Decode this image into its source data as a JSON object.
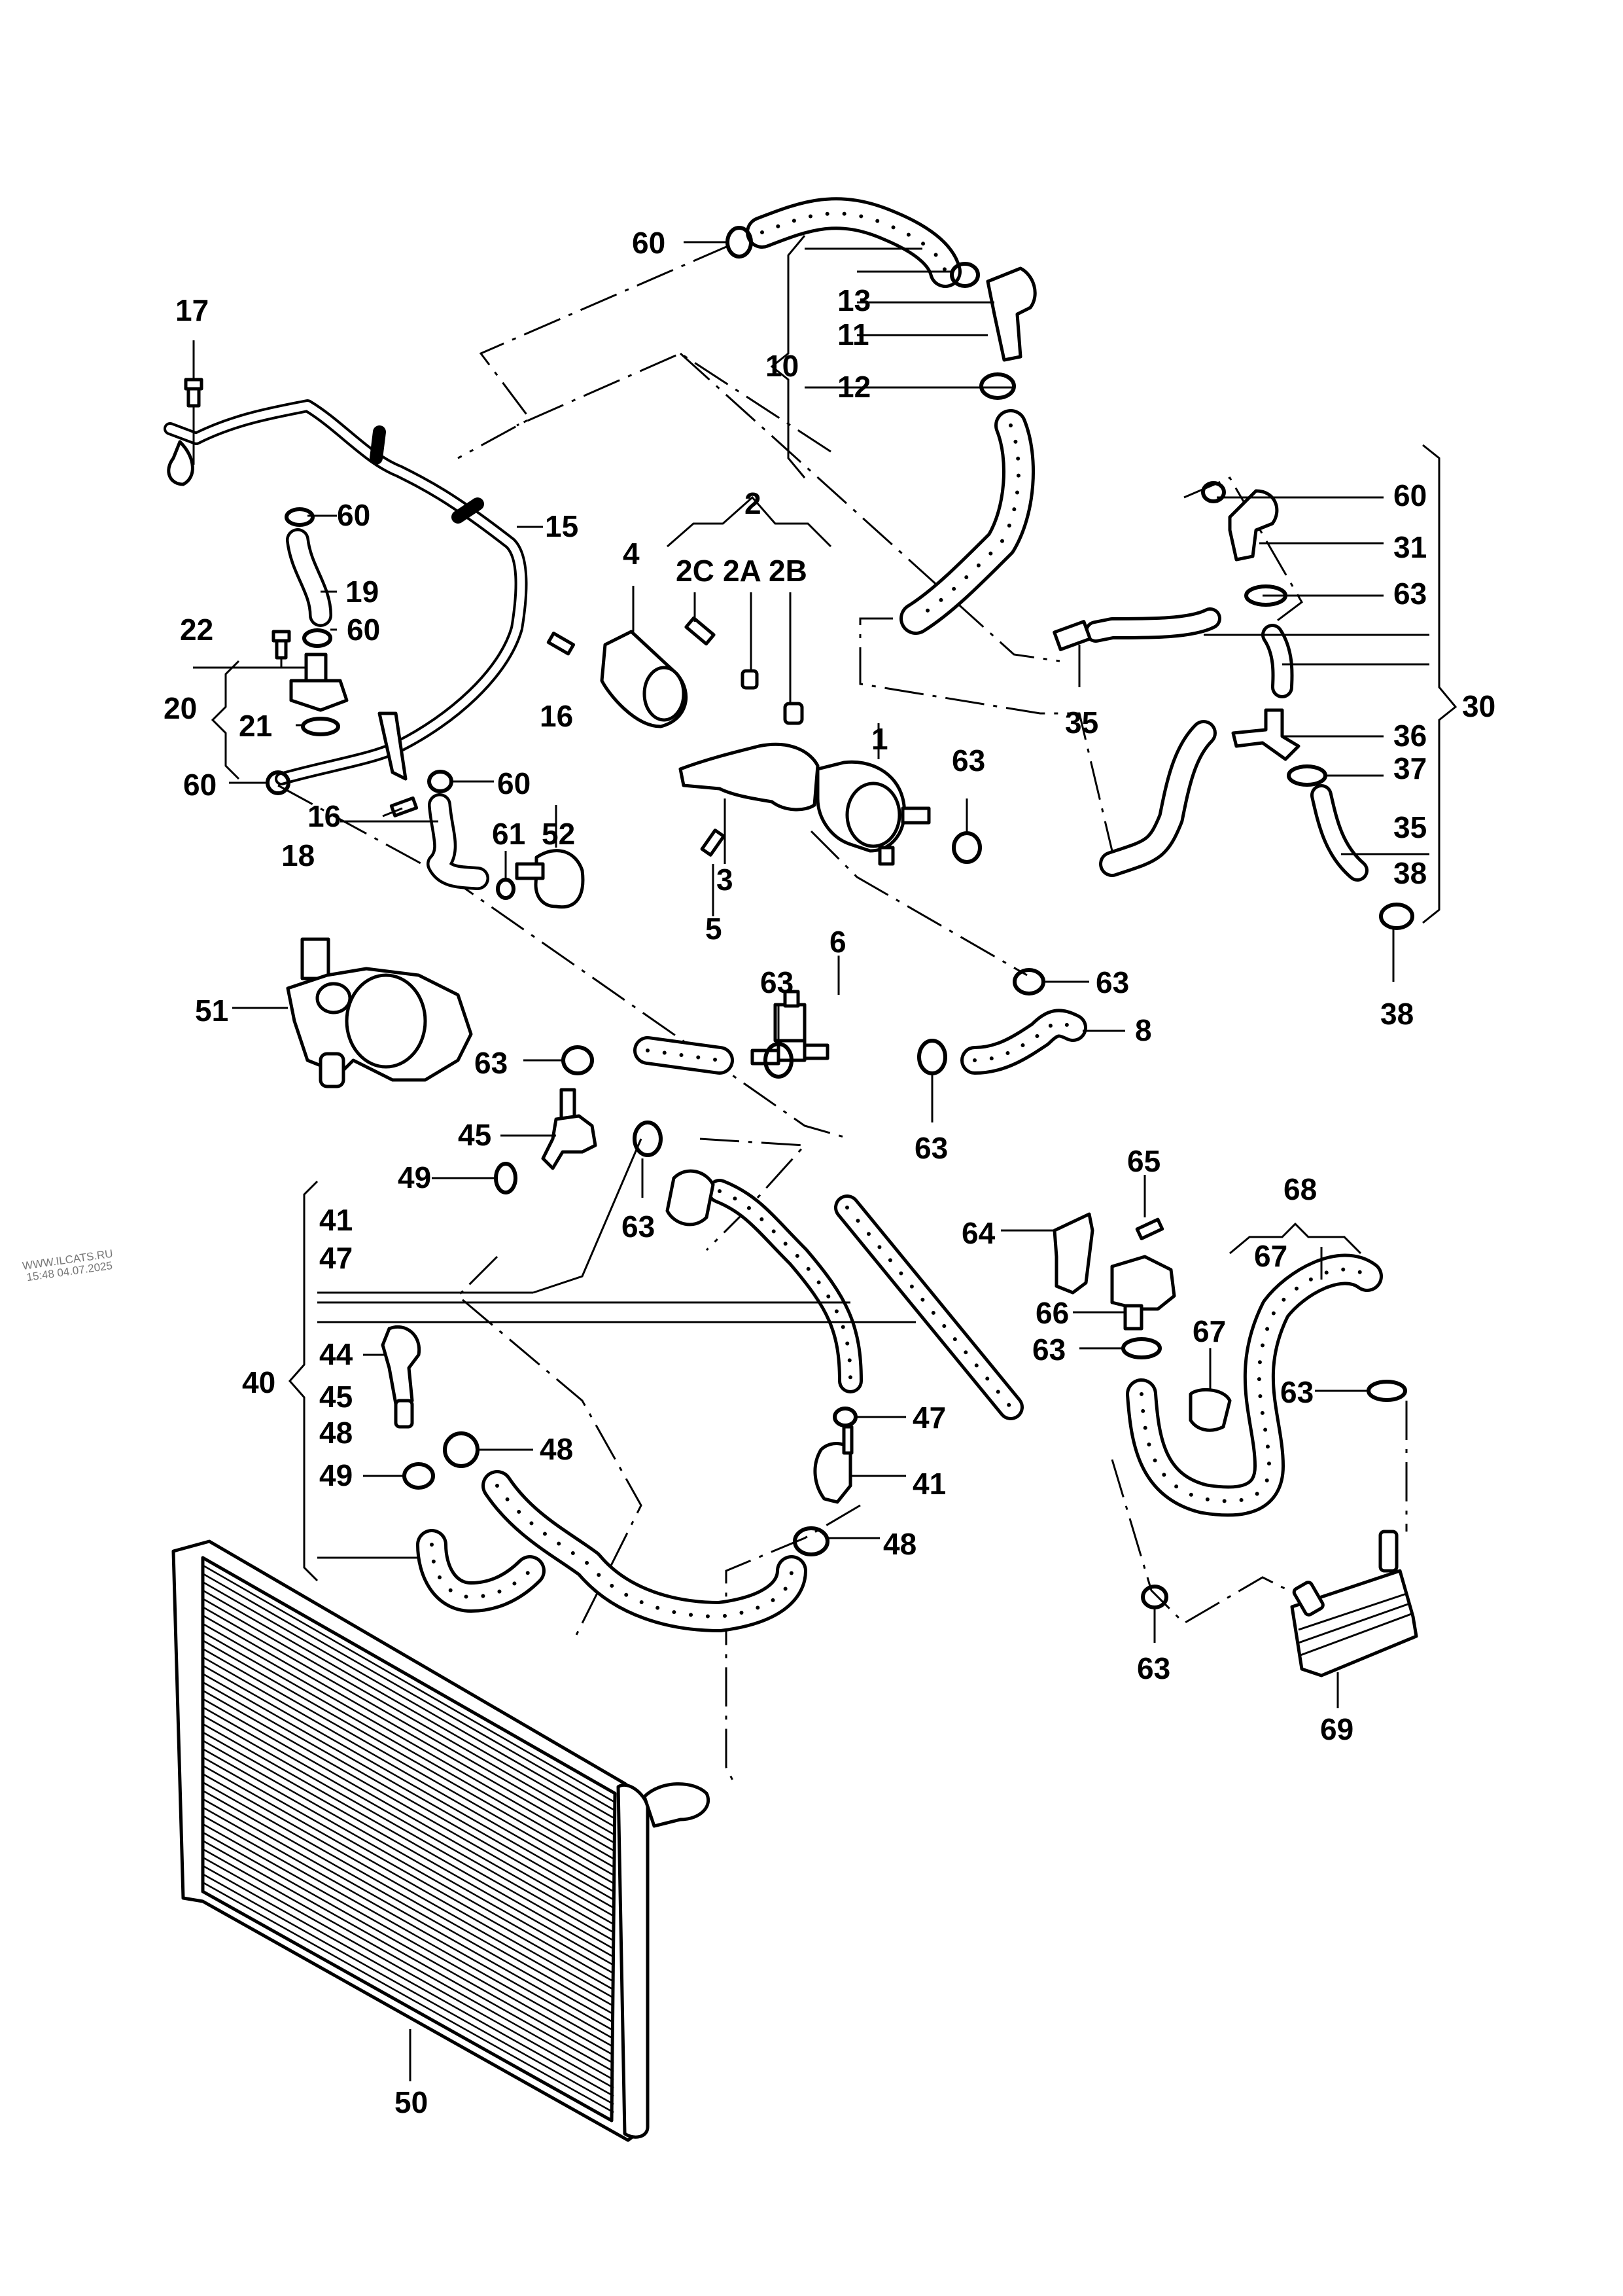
{
  "diagram": {
    "title": "Cooling system parts diagram",
    "watermark": {
      "line1": "WWW.ILCATS.RU",
      "line2": "15:48 04.07.2025"
    },
    "labels": {
      "p60_top": "60",
      "p13": "13",
      "p11": "11",
      "p12": "12",
      "p10": "10",
      "p17": "17",
      "p60_a": "60",
      "p15": "15",
      "p19": "19",
      "p22": "22",
      "p60_b": "60",
      "p20": "20",
      "p21": "21",
      "p16_a": "16",
      "p4": "4",
      "p2": "2",
      "p2c": "2C",
      "p2a": "2A",
      "p2b": "2B",
      "p60_c": "60",
      "p60_d": "60",
      "p16_b": "16",
      "p18": "18",
      "p61": "61",
      "p52": "52",
      "p1": "1",
      "p3": "3",
      "p5": "5",
      "p63_a": "63",
      "p35_a": "35",
      "p60_r": "60",
      "p31": "31",
      "p63_r": "63",
      "p30": "30",
      "p36": "36",
      "p37": "37",
      "p35_b": "35",
      "p38_a": "38",
      "p38_b": "38",
      "p51": "51",
      "p6": "6",
      "p63_b": "63",
      "p63_c": "63",
      "p8": "8",
      "p63_d": "63",
      "p63_e": "63",
      "p45_a": "45",
      "p49_a": "49",
      "p63_f": "63",
      "p41_a": "41",
      "p47_a": "47",
      "p40": "40",
      "p44": "44",
      "p45_b": "45",
      "p48_a": "48",
      "p49_b": "49",
      "p48_b": "48",
      "p47_b": "47",
      "p41_b": "41",
      "p48_c": "48",
      "p64": "64",
      "p65": "65",
      "p66": "66",
      "p63_g": "63",
      "p67_a": "67",
      "p68": "68",
      "p67_b": "67",
      "p63_h": "63",
      "p63_i": "63",
      "p69": "69",
      "p50": "50"
    }
  }
}
